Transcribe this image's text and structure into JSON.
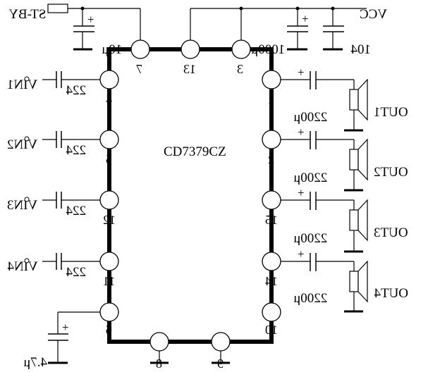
{
  "chip": {
    "name": "CD7379CZ"
  },
  "pins": {
    "top": [
      "7",
      "13",
      "3"
    ],
    "left": [
      "4",
      "5",
      "12",
      "11",
      "6"
    ],
    "bottom": [
      "8",
      "9"
    ],
    "right": [
      "1",
      "2",
      "15",
      "14",
      "10"
    ]
  },
  "labels": {
    "stby": "ST-BY",
    "vcc": "VCC",
    "cap_stby": "10μ",
    "cap_vcc_elec": "1000μ",
    "cap_vcc_ceramic": "104",
    "cap_pin6": "4.7μ",
    "inputs": [
      "VIN1",
      "VIN2",
      "VIN3",
      "VIN4"
    ],
    "input_caps": [
      "224",
      "224",
      "224",
      "224"
    ],
    "outputs": [
      "OUT1",
      "OUT2",
      "OUT3",
      "OUT4"
    ],
    "output_caps": [
      "2200μ",
      "2200μ",
      "2200μ",
      "2200μ"
    ],
    "plus": "+"
  }
}
